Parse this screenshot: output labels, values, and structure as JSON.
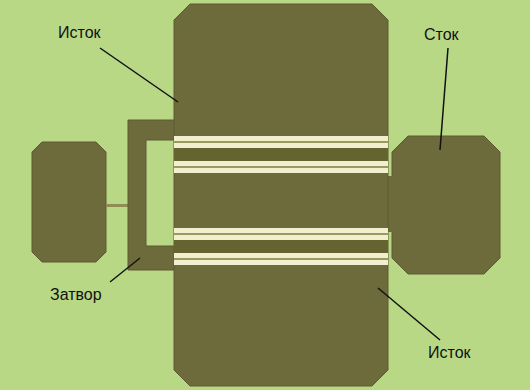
{
  "diagram": {
    "labels": [
      "Исток",
      "Сток",
      "Затвор",
      "Исток"
    ]
  }
}
